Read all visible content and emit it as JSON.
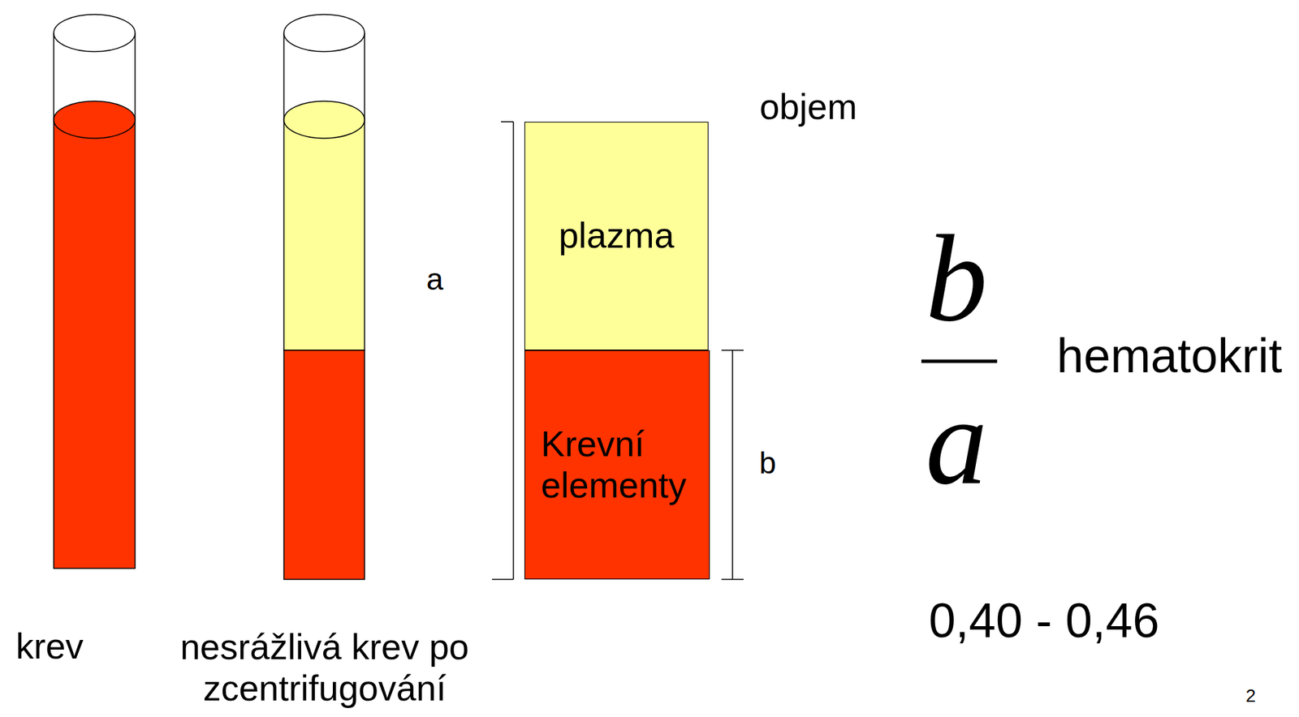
{
  "diagram": {
    "nodes": [
      {
        "text": [
          "plazma"
        ]
      },
      {
        "text": [
          "Krevní elementy"
        ]
      }
    ],
    "labels": [
      "objem",
      "a",
      "b",
      "b",
      "a",
      "hematokrit",
      "krev",
      "nesrážlivá krev po zcentrifugování",
      "0,40 - 0,46",
      "2"
    ]
  }
}
